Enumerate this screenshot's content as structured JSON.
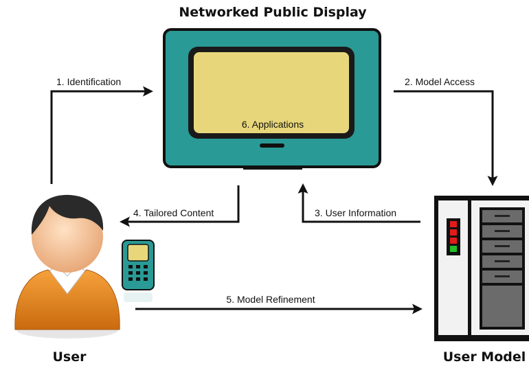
{
  "nodes": {
    "display": {
      "label": "Networked Public Display",
      "screen_text": "6. Applications"
    },
    "user": {
      "label": "User"
    },
    "user_model": {
      "label": "User Model"
    }
  },
  "edges": [
    {
      "id": "identification",
      "label": "1. Identification"
    },
    {
      "id": "model-access",
      "label": "2. Model Access"
    },
    {
      "id": "user-information",
      "label": "3. User Information"
    },
    {
      "id": "tailored-content",
      "label": "4. Tailored Content"
    },
    {
      "id": "model-refinement",
      "label": "5. Model Refinement"
    }
  ],
  "colors": {
    "display_frame": "#2a9a96",
    "display_screen": "#e8d77a",
    "user_shirt": "#e8861a",
    "phone": "#2a9a96",
    "server_body": "#f2f2f2",
    "server_rack": "#6b6b6b",
    "led_red": "#e21b1b",
    "led_green": "#22c02a"
  }
}
